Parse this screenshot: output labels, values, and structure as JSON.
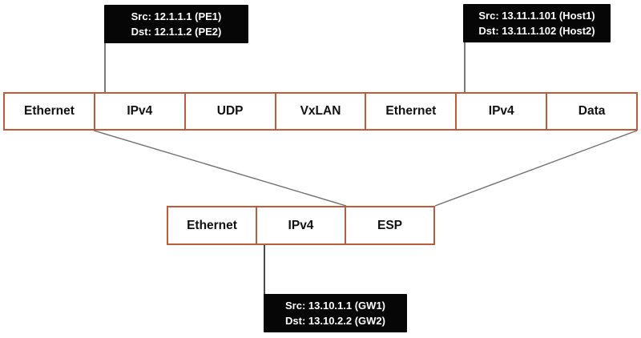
{
  "top_row": {
    "fields": [
      "Ethernet",
      "IPv4",
      "UDP",
      "VxLAN",
      "Ethernet",
      "IPv4",
      "Data"
    ]
  },
  "bottom_row": {
    "fields": [
      "Ethernet",
      "IPv4",
      "ESP"
    ]
  },
  "callouts": {
    "pe": {
      "src": "Src: 12.1.1.1 (PE1)",
      "dst": "Dst: 12.1.1.2 (PE2)"
    },
    "host": {
      "src": "Src: 13.11.1.101 (Host1)",
      "dst": "Dst: 13.11.1.102 (Host2)"
    },
    "gw": {
      "src": "Src: 13.10.1.1 (GW1)",
      "dst": "Dst: 13.10.2.2 (GW2)"
    }
  },
  "colors": {
    "accent": "#bd5c38",
    "callout_bg": "#060606",
    "callout_text": "#ffffff",
    "connector": "#7a7a7a",
    "diagonal": "#6f6f6f",
    "label_text": "#111111"
  }
}
